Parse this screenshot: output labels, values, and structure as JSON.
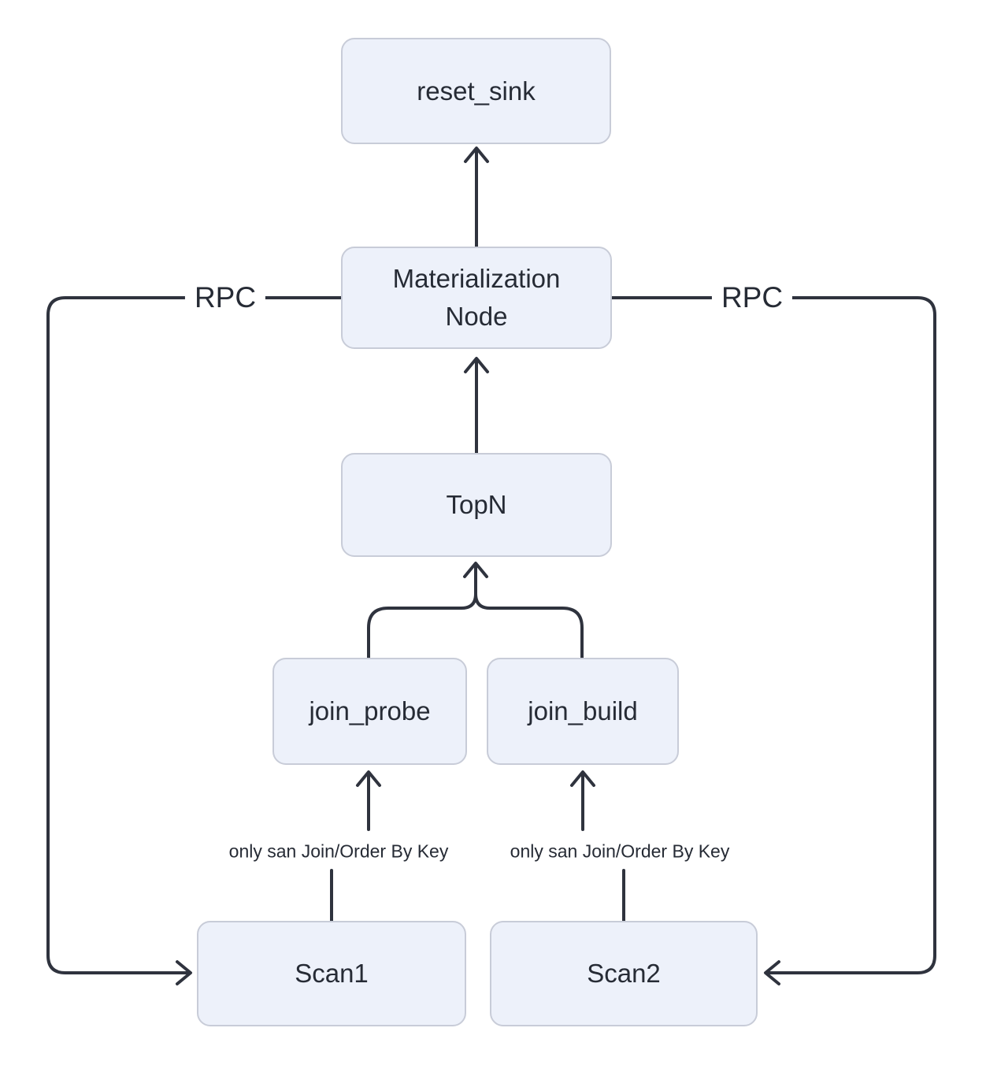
{
  "diagram": {
    "nodes": {
      "reset_sink": {
        "label": "reset_sink"
      },
      "materialization": {
        "label": "Materialization Node"
      },
      "topn": {
        "label": "TopN"
      },
      "join_probe": {
        "label": "join_probe"
      },
      "join_build": {
        "label": "join_build"
      },
      "scan1": {
        "label": "Scan1"
      },
      "scan2": {
        "label": "Scan2"
      }
    },
    "edge_labels": {
      "rpc_left": "RPC",
      "rpc_right": "RPC",
      "scan1_to_join_probe": "only san Join/Order By Key",
      "scan2_to_join_build": "only san Join/Order By Key"
    },
    "colors": {
      "background": "#ffffff",
      "node_fill": "#edf1fa",
      "node_border": "#c8ccd8",
      "edge": "#2f333e",
      "text": "#262b35"
    }
  }
}
